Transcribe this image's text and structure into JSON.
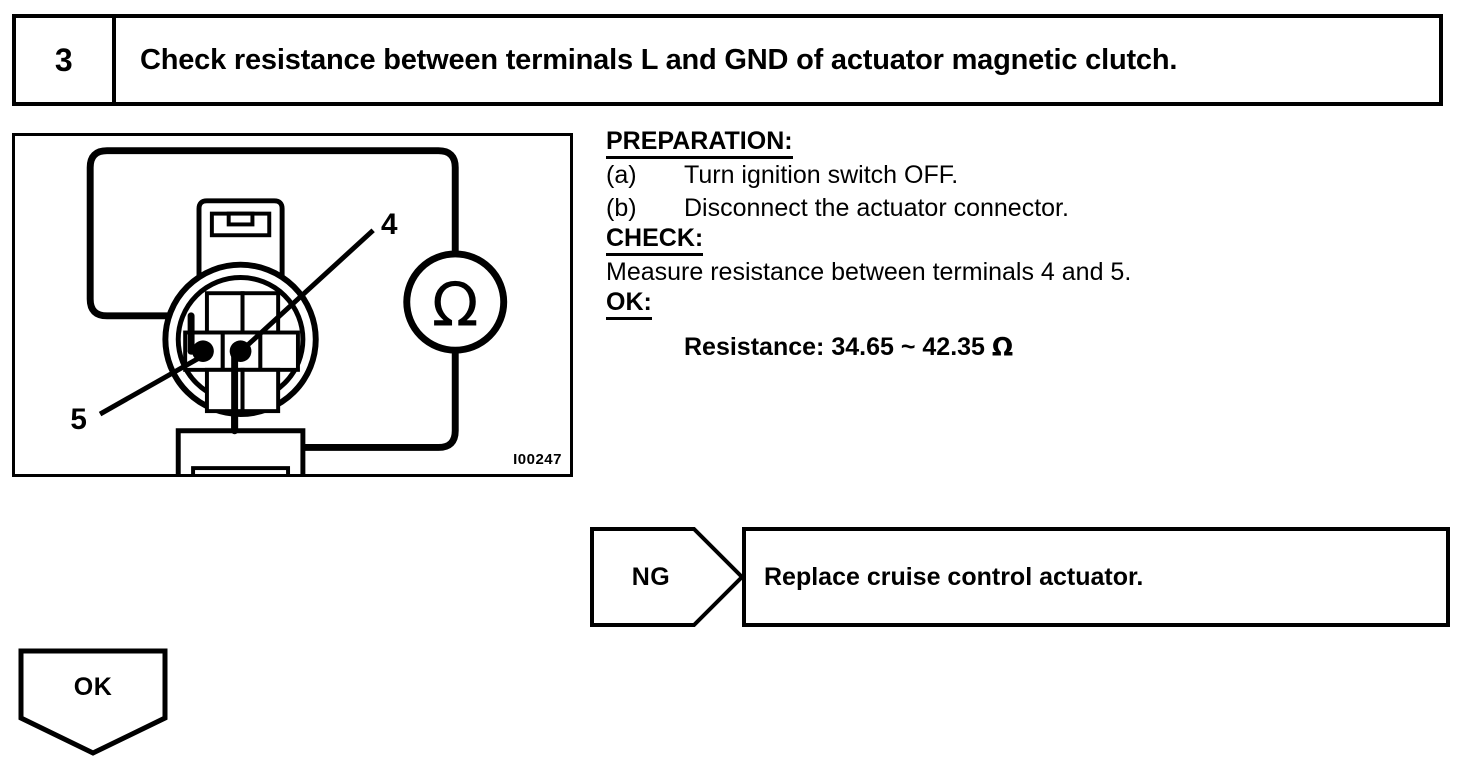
{
  "step": {
    "number": "3",
    "title": "Check resistance between terminals L and GND of actuator magnetic clutch."
  },
  "figure": {
    "code": "I00247",
    "terminal_labels": {
      "upper": "4",
      "lower": "5"
    },
    "meter_symbol": "Ω",
    "alt": "Cruise control actuator connector front view with ohmmeter connected across terminals 4 and 5"
  },
  "instructions": {
    "preparation_heading": "PREPARATION:",
    "preparation_steps": [
      {
        "marker": "(a)",
        "text": "Turn ignition switch OFF."
      },
      {
        "marker": "(b)",
        "text": "Disconnect the actuator connector."
      }
    ],
    "check_heading": "CHECK:",
    "check_text": "Measure resistance between terminals 4 and 5.",
    "ok_heading": "OK:",
    "spec_label": "Resistance:",
    "spec_min": "34.65",
    "spec_separator": "~",
    "spec_max": "42.35",
    "spec_unit": "Ω"
  },
  "branches": {
    "ng_label": "NG",
    "ng_result": "Replace cruise control actuator.",
    "ok_label": "OK"
  },
  "colors": {
    "ink": "#000000",
    "paper": "#ffffff"
  }
}
